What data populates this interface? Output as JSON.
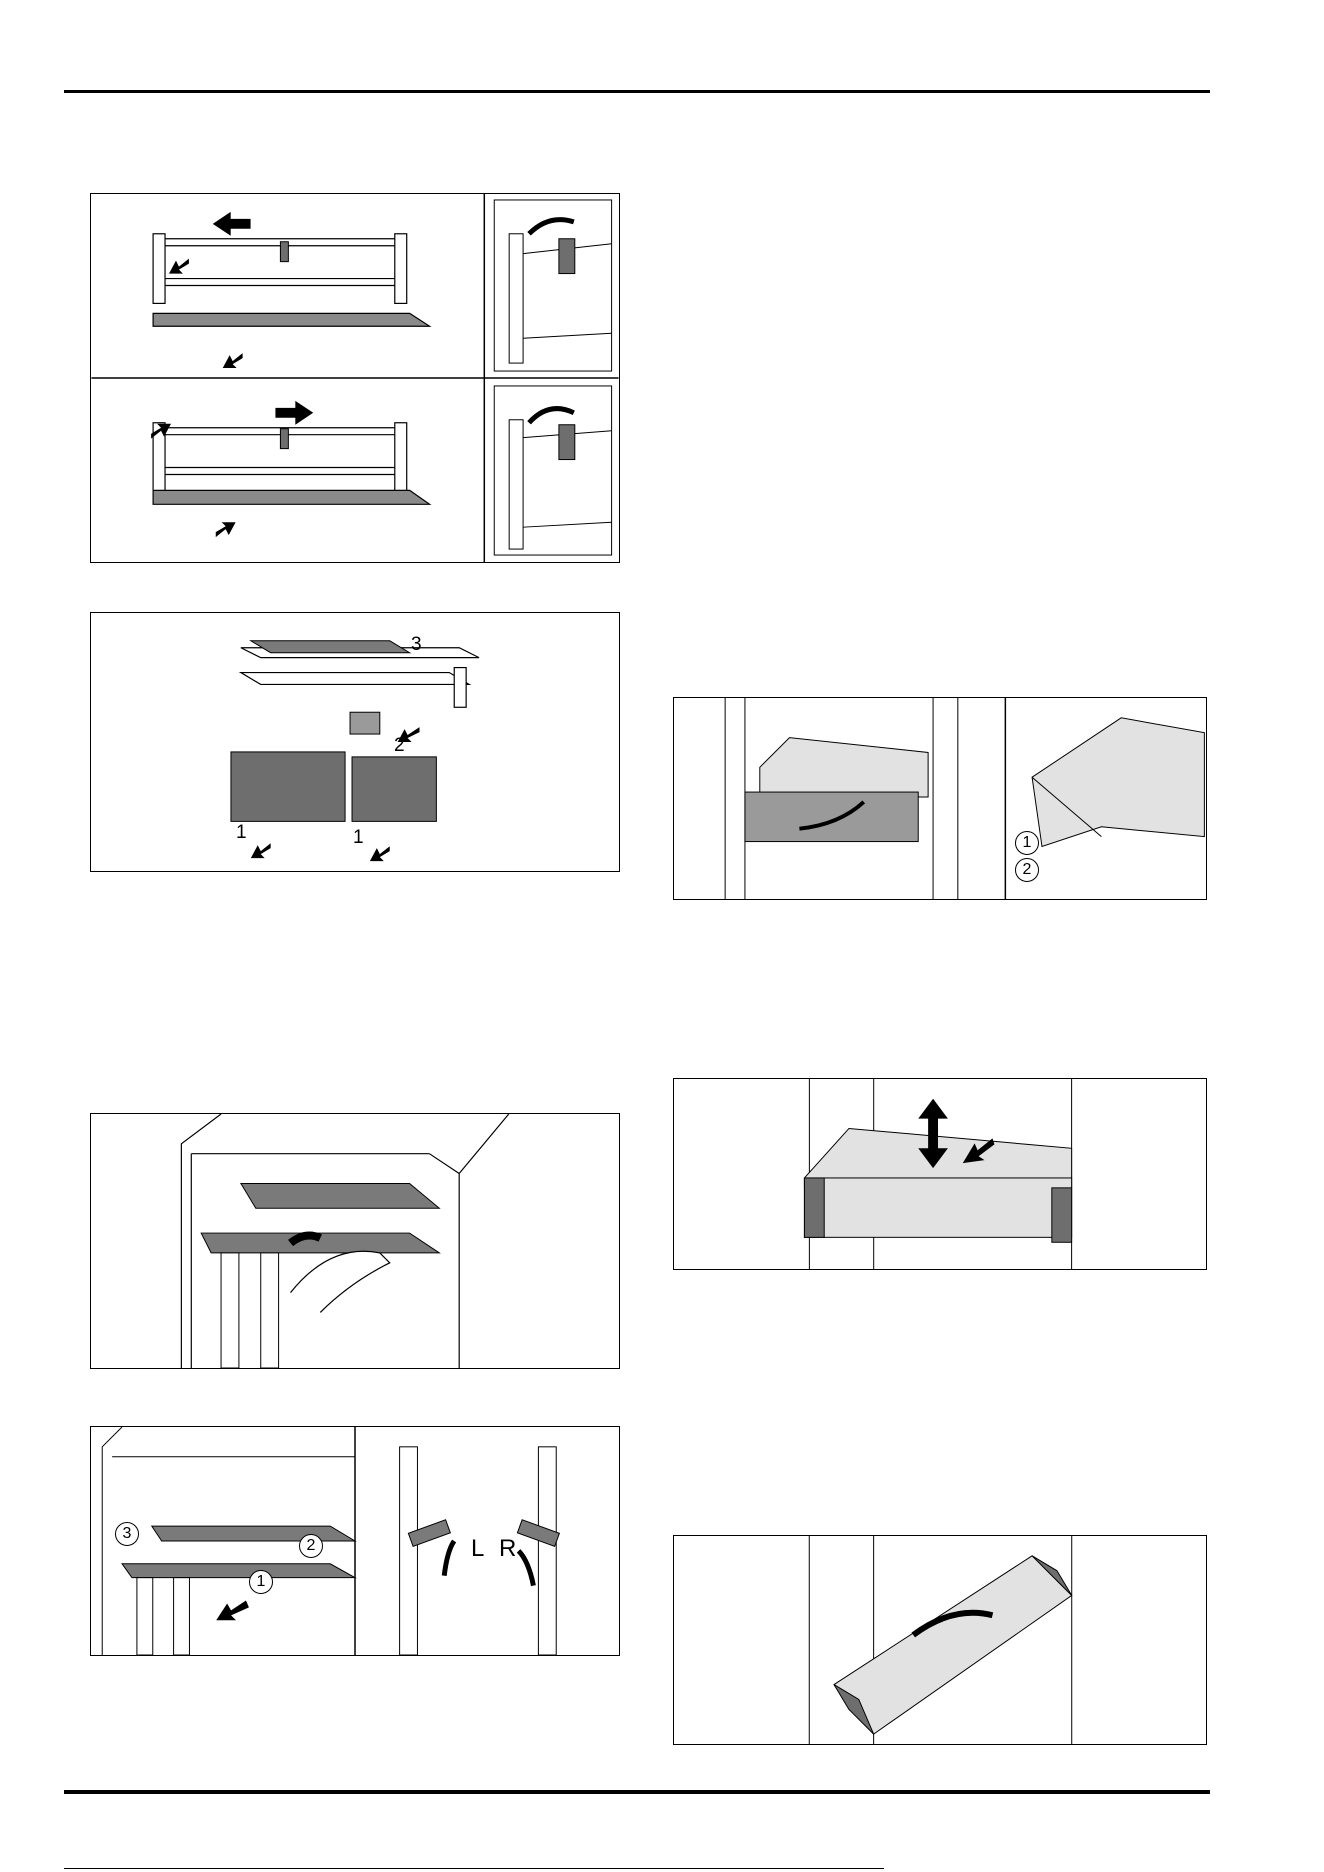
{
  "figures": {
    "fig1": {
      "labels": []
    },
    "fig2": {
      "labels": [
        "3",
        "2",
        "1",
        "1"
      ]
    },
    "fig3": {
      "labels": []
    },
    "fig4": {
      "labels": [
        "3",
        "2",
        "1"
      ],
      "letters": [
        "L",
        "R"
      ]
    },
    "fig5": {
      "labels": [
        "1",
        "2"
      ]
    },
    "fig6": {
      "labels": []
    },
    "fig7": {
      "labels": []
    }
  },
  "colors": {
    "rule": "#000000",
    "dark_gray": "#6e6e6e",
    "mid_gray": "#9a9a9a",
    "light_gray": "#e2e2e2"
  },
  "icons": [
    "arrow-icon",
    "curved-arrow-icon",
    "hand-icon",
    "double-arrow-icon"
  ]
}
